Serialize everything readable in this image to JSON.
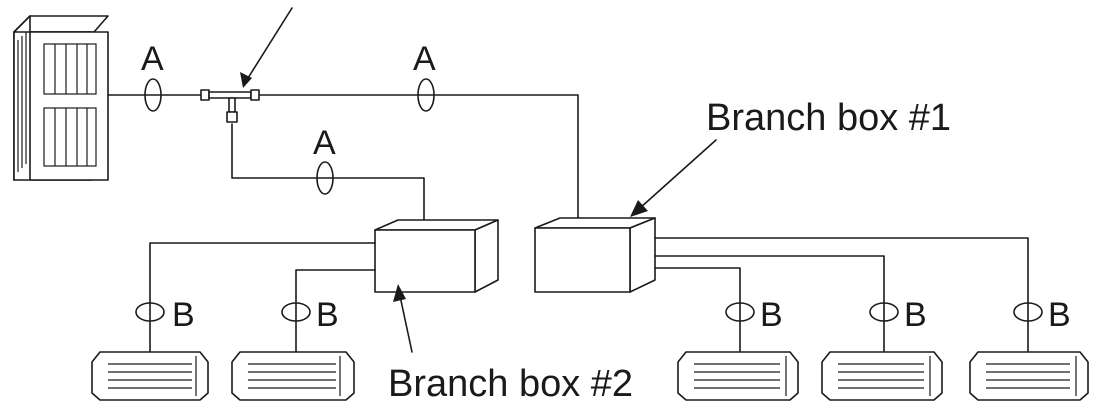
{
  "labels": {
    "branch_box_1": "Branch box #1",
    "branch_box_2": "Branch box #2",
    "pipe_a": "A",
    "pipe_b": "B"
  },
  "colors": {
    "line": "#1a1a1a",
    "background": "#ffffff"
  }
}
